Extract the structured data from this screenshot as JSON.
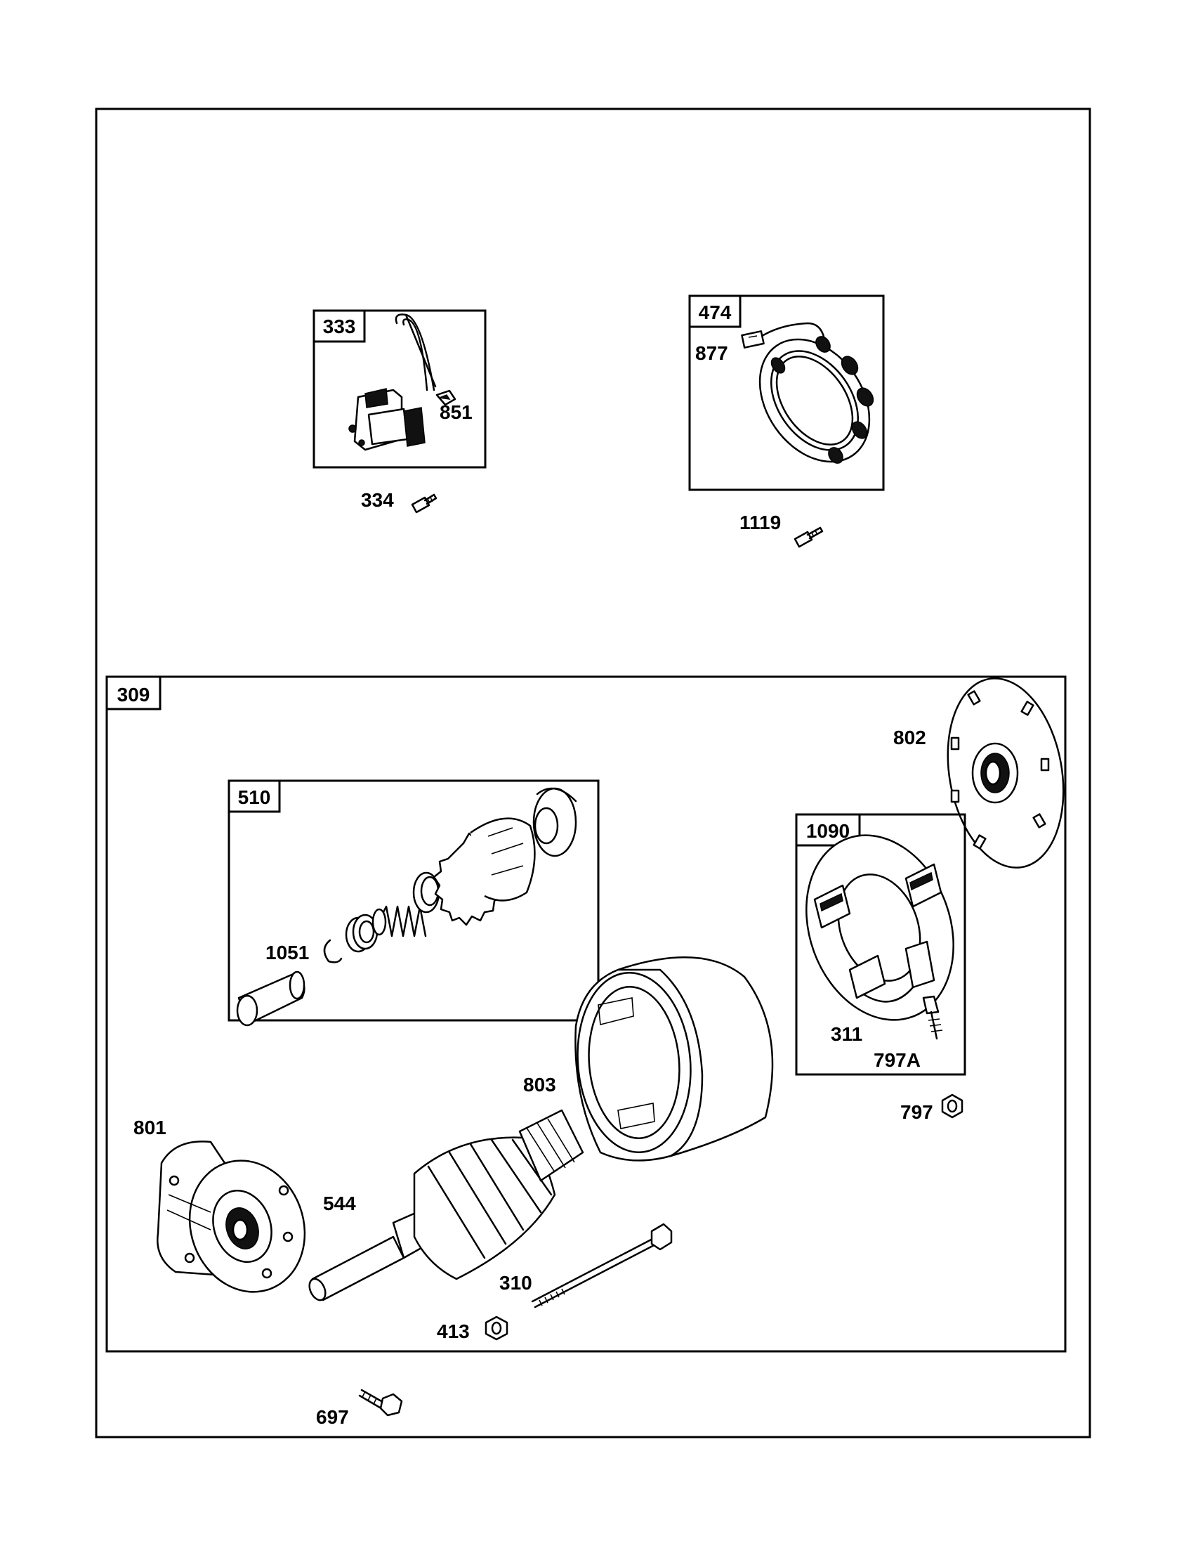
{
  "diagram": {
    "group_boxes": {
      "333": "333",
      "474": "474",
      "309": "309",
      "510": "510",
      "1090": "1090"
    },
    "callouts": {
      "851": "851",
      "334": "334",
      "877": "877",
      "1119": "1119",
      "802": "802",
      "1051": "1051",
      "311": "311",
      "797A": "797A",
      "797": "797",
      "803": "803",
      "801": "801",
      "544": "544",
      "310": "310",
      "413": "413",
      "697": "697"
    }
  }
}
